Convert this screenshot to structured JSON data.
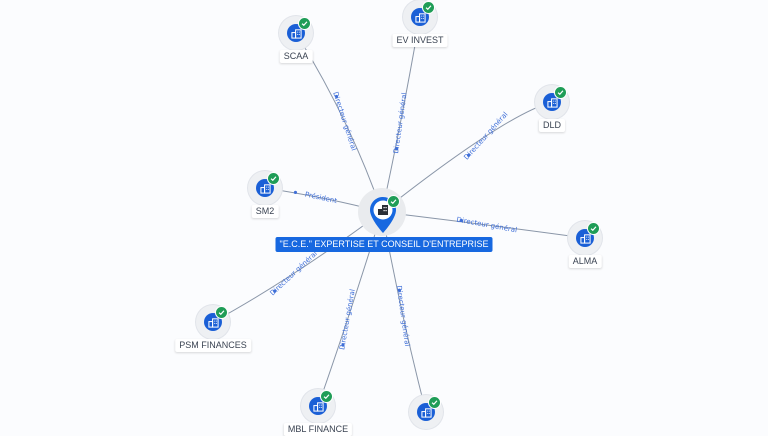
{
  "center": {
    "label": "\"E.C.E.\" EXPERTISE ET CONSEIL D'ENTREPRISE",
    "icon": "building-icon",
    "status": "verified"
  },
  "nodes": [
    {
      "id": "scaa",
      "label": "SCAA",
      "icon": "building-icon",
      "status": "verified"
    },
    {
      "id": "evinvest",
      "label": "EV INVEST",
      "icon": "building-icon",
      "status": "verified"
    },
    {
      "id": "dld",
      "label": "DLD",
      "icon": "building-icon",
      "status": "verified"
    },
    {
      "id": "sm2",
      "label": "SM2",
      "icon": "building-icon",
      "status": "verified"
    },
    {
      "id": "alma",
      "label": "ALMA",
      "icon": "building-icon",
      "status": "verified"
    },
    {
      "id": "psm",
      "label": "PSM FINANCES",
      "icon": "building-icon",
      "status": "verified"
    },
    {
      "id": "mbl",
      "label": "MBL FINANCE",
      "icon": "building-icon",
      "status": "verified"
    },
    {
      "id": "unlabeled",
      "label": "",
      "icon": "building-icon",
      "status": "verified"
    }
  ],
  "edges": [
    {
      "to": "scaa",
      "label": "Directeur général"
    },
    {
      "to": "evinvest",
      "label": "Directeur général"
    },
    {
      "to": "dld",
      "label": "Directeur général"
    },
    {
      "to": "sm2",
      "label": "Président"
    },
    {
      "to": "alma",
      "label": "Directeur général"
    },
    {
      "to": "psm",
      "label": "Directeur général"
    },
    {
      "to": "mbl",
      "label": "Directeur général"
    },
    {
      "to": "unlabeled",
      "label": "Directeur général"
    }
  ],
  "colors": {
    "accent": "#1768e0",
    "verified": "#1f9d57",
    "edge": "#8a96a8",
    "edge_label": "#3f6fd8"
  }
}
